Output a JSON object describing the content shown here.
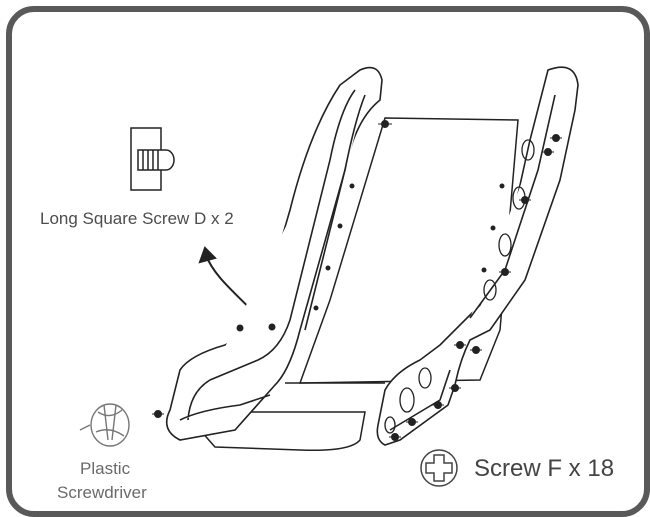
{
  "labels": {
    "screw_d": "Long Square Screw D x 2",
    "driver_line1": "Plastic",
    "driver_line2": "Screwdriver",
    "screw_f": "Screw F x 18"
  },
  "icons": {
    "screw_d": "long-square-screw-icon",
    "screwdriver": "plastic-screwdriver-icon",
    "screw_f": "phillips-screw-icon"
  },
  "colors": {
    "frame": "#595959",
    "line": "#222222",
    "label": "#4d4d4d"
  }
}
